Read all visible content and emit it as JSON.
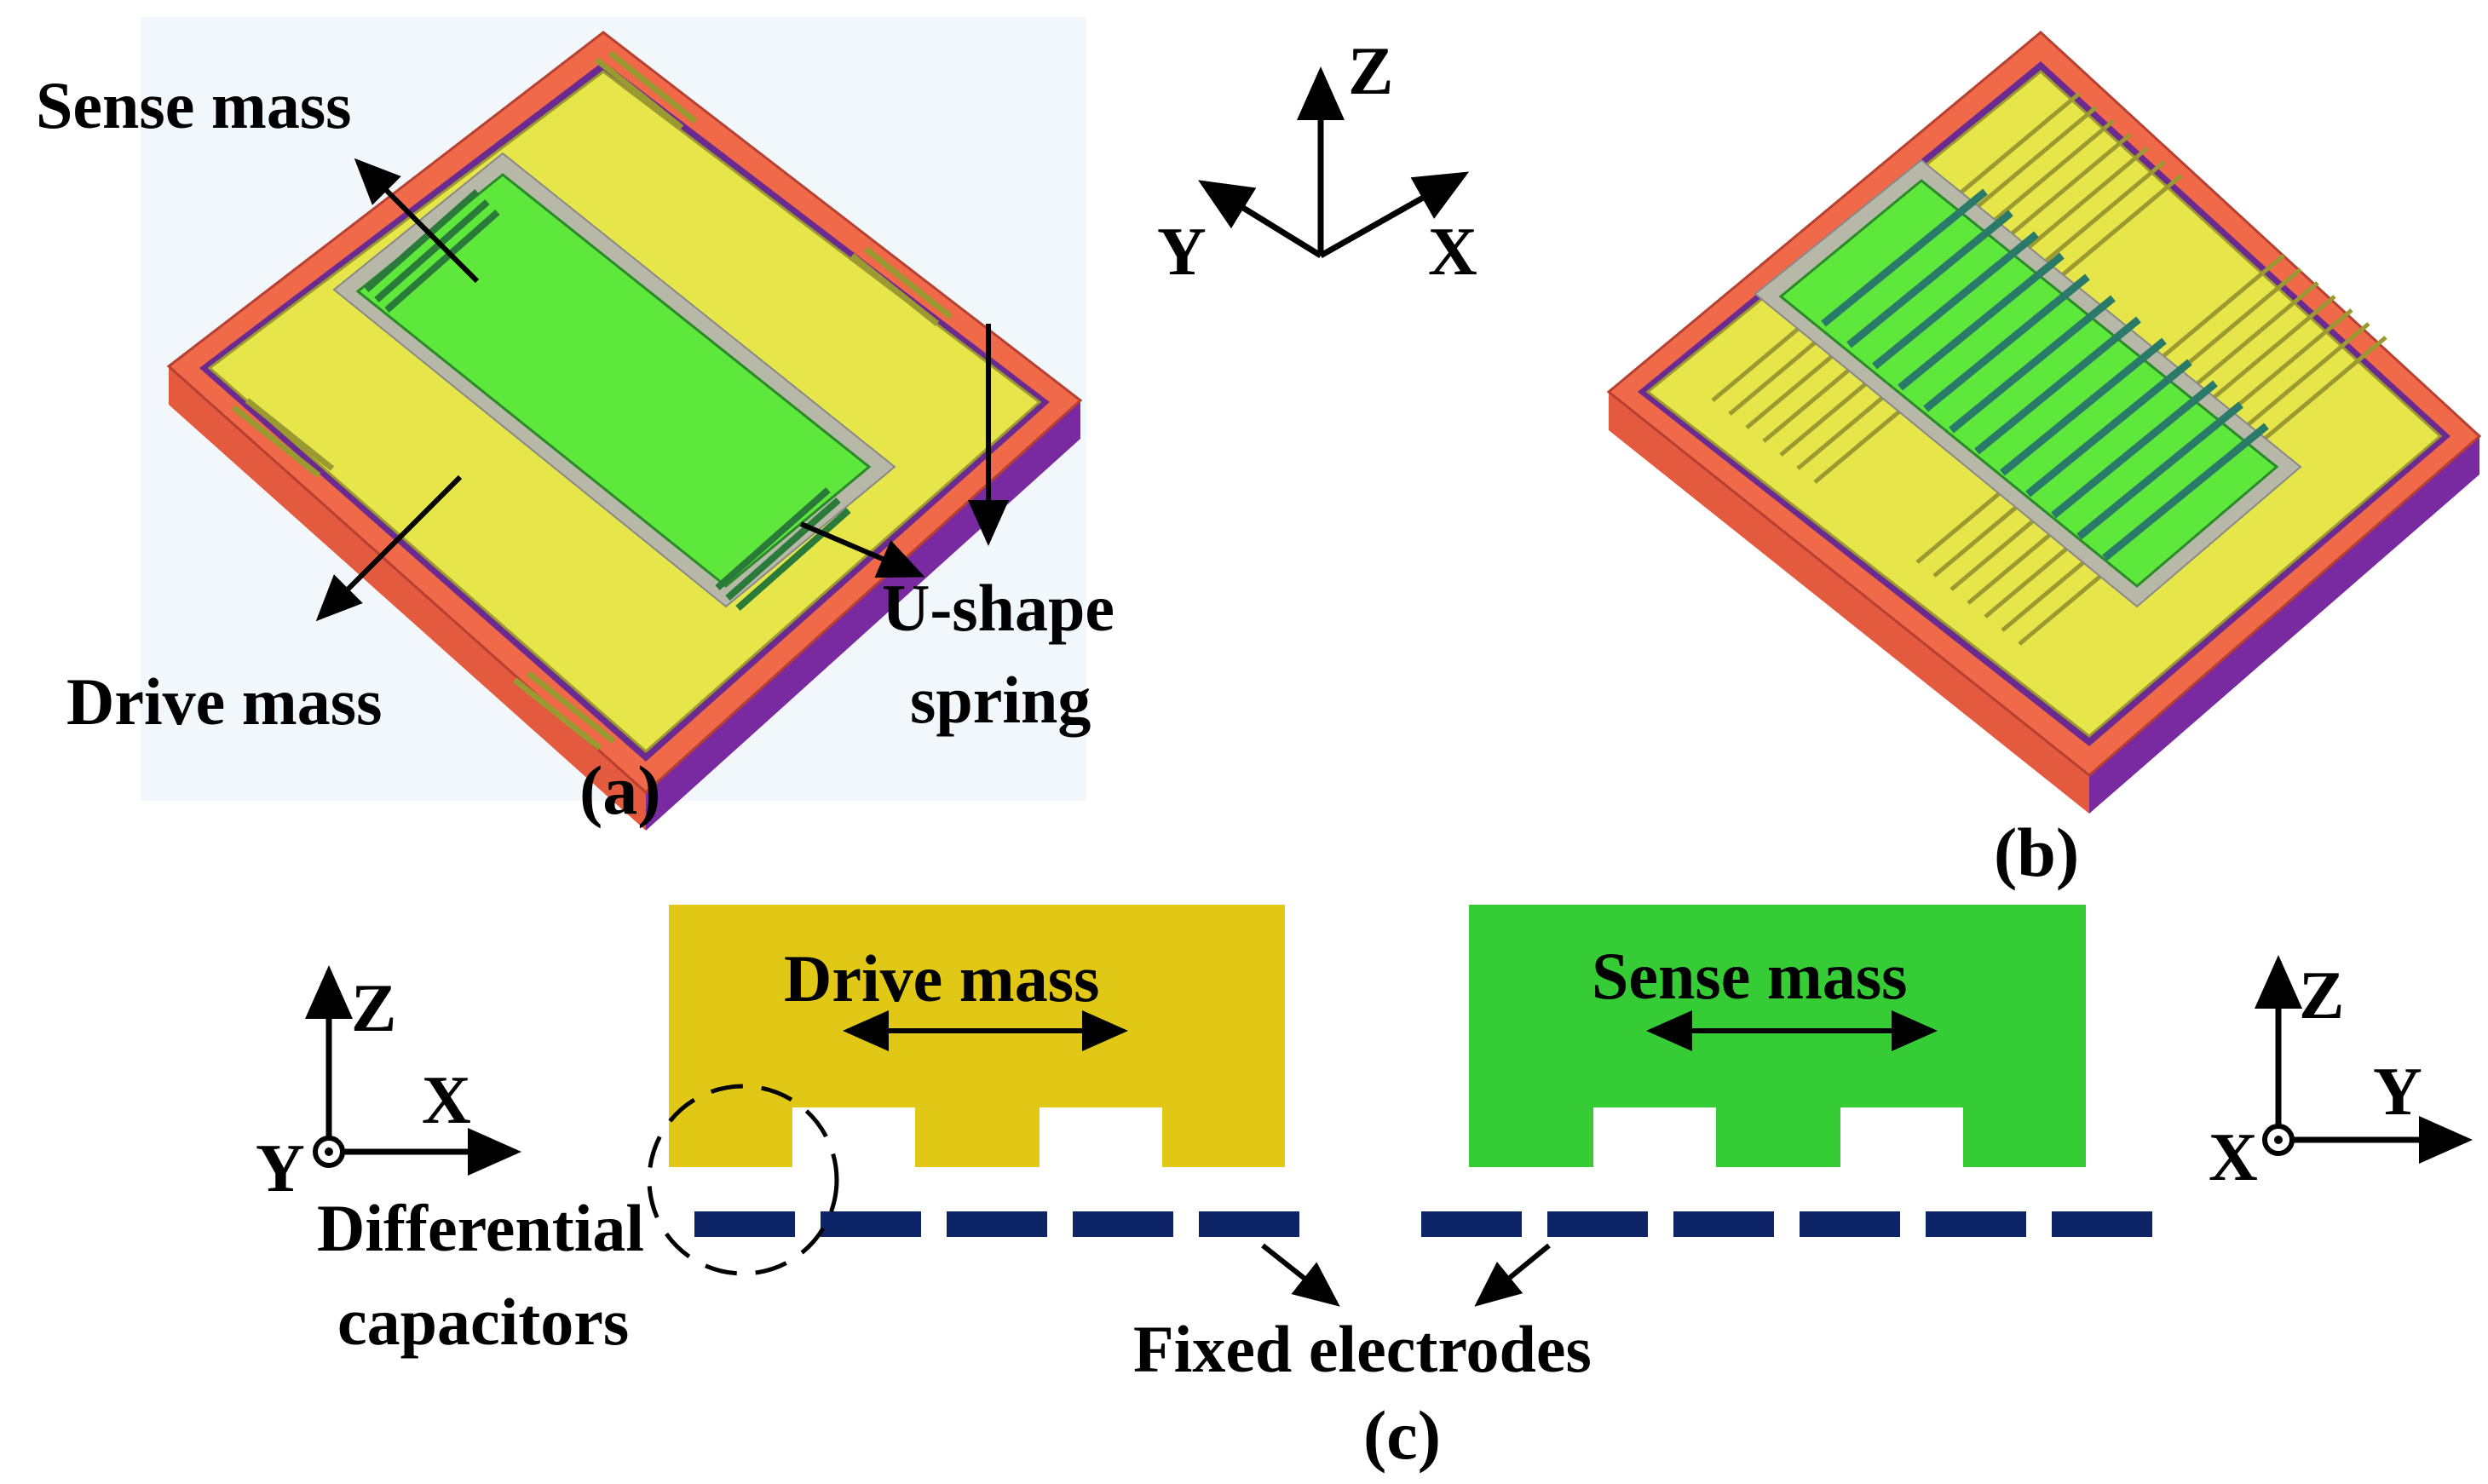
{
  "colors": {
    "drive_mass": "#e6e64a",
    "drive_mass_side": "#e2c816",
    "sense_mass": "#5ee83c",
    "sense_mass_side": "#36cc36",
    "frame_top": "#f06a4a",
    "frame_side": "#7a2aa0",
    "electrode": "#0d2466",
    "arrow": "#000000",
    "background_a": "#f1f7fb"
  },
  "panel_a": {
    "caption": "(a)",
    "sense_mass_label": "Sense mass",
    "drive_mass_label": "Drive mass",
    "spring_label_line1": "U-shape",
    "spring_label_line2": "spring"
  },
  "panel_b": {
    "caption": "(b)"
  },
  "panel_c": {
    "caption": "(c)",
    "drive_mass_label": "Drive mass",
    "sense_mass_label": "Sense mass",
    "capacitor_label_line1": "Differential",
    "capacitor_label_line2": "capacitors",
    "electrodes_label": "Fixed electrodes"
  },
  "axes": {
    "top": {
      "z": "Z",
      "y": "Y",
      "x": "X"
    },
    "left": {
      "z": "Z",
      "x": "X",
      "y": "Y"
    },
    "right": {
      "z": "Z",
      "y": "Y",
      "x": "X"
    }
  }
}
